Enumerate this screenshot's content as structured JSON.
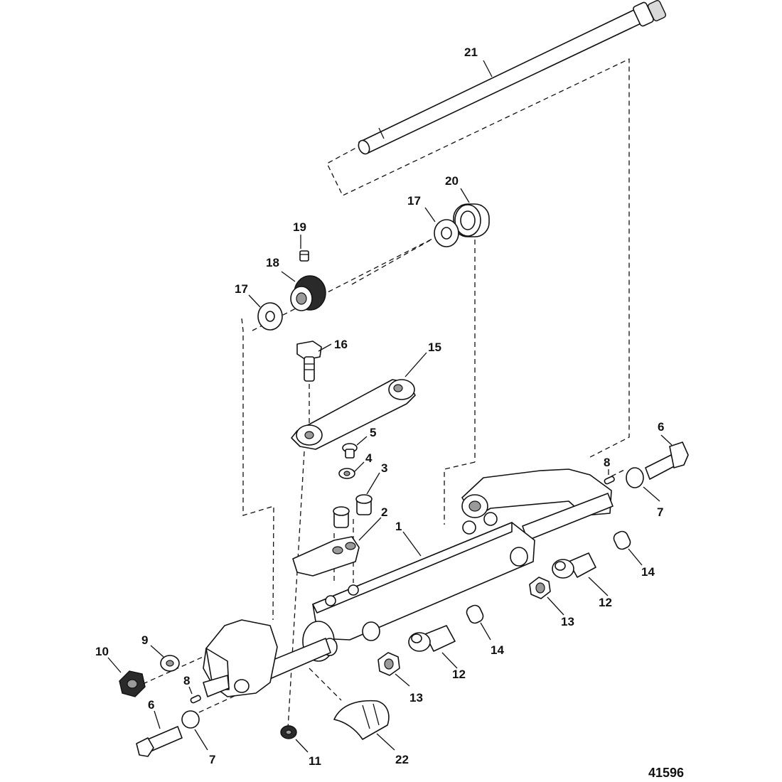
{
  "callouts": {
    "c1": "1",
    "c2": "2",
    "c3": "3",
    "c4": "4",
    "c5": "5",
    "c6a": "6",
    "c6b": "6",
    "c7a": "7",
    "c7b": "7",
    "c8a": "8",
    "c8b": "8",
    "c9": "9",
    "c10": "10",
    "c11": "11",
    "c12a": "12",
    "c12b": "12",
    "c13a": "13",
    "c13b": "13",
    "c14a": "14",
    "c14b": "14",
    "c15": "15",
    "c16": "16",
    "c17a": "17",
    "c17b": "17",
    "c18": "18",
    "c19": "19",
    "c20": "20",
    "c21": "21",
    "c22": "22"
  },
  "figure_id": "41596"
}
